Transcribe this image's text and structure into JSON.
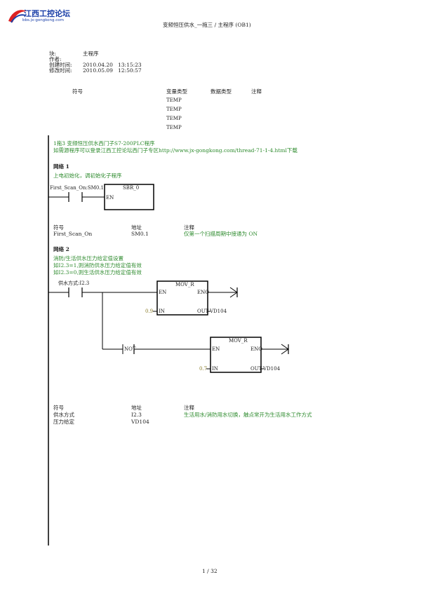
{
  "logo": {
    "name": "江西工控论坛",
    "url": "bbs.jx-gongkong.com"
  },
  "header": {
    "title": "变频恒压供水_一拖三  /  主程序 (OB1)"
  },
  "block_info": {
    "block_label": "块:",
    "block_value": "主程序",
    "author_label": "作者:",
    "created_label": "创建时间:",
    "created_date": "2010.04.20",
    "created_time": "13:15:23",
    "modified_label": "修改时间:",
    "modified_date": "2010.05.09",
    "modified_time": "12:50:57"
  },
  "var_table": {
    "headers": [
      "符号",
      "变量类型",
      "数据类型",
      "注释"
    ],
    "rows": [
      "TEMP",
      "TEMP",
      "TEMP",
      "TEMP"
    ]
  },
  "program_comment": [
    "1拖3 变频恒压供水西门子S7-200PLC程序",
    "如需源程序可以登录江西工控论坛西门子专区http://www.jx-gongkong.com/thread-71-1-4.html下载"
  ],
  "network1": {
    "title": "网络 1",
    "comment": "上电初始化，调初始化子程序",
    "contact": "First_Scan_On:SM0.1",
    "box_name": "SBR_0",
    "box_en": "EN",
    "table_headers": [
      "符号",
      "地址",
      "注释"
    ],
    "rows": [
      {
        "symbol": "First_Scan_On",
        "address": "SM0.1",
        "comment": "仅第一个扫描周期中接通为 ON"
      }
    ]
  },
  "network2": {
    "title": "网络 2",
    "comments": [
      "消防/生活供水压力给定值设置",
      "如I2.3=1,则消防供水压力给定值有效",
      "如I2.3=0,则生活供水压力给定值有效"
    ],
    "contact": "供水方式:I2.3",
    "not_label": "NOT",
    "box1": {
      "name": "MOV_R",
      "en": "EN",
      "eno": "ENO",
      "in": "IN",
      "out": "OUT",
      "in_value": "0.9",
      "out_value": "VD104"
    },
    "box2": {
      "name": "MOV_R",
      "en": "EN",
      "eno": "ENO",
      "in": "IN",
      "out": "OUT",
      "in_value": "0.7",
      "out_value": "VD104"
    },
    "table_headers": [
      "符号",
      "地址",
      "注释"
    ],
    "rows": [
      {
        "symbol": "供水方式",
        "address": "I2.3",
        "comment": "生活用水/消防用水切换，触点常开为生活用水工作方式"
      },
      {
        "symbol": "压力给定",
        "address": "VD104",
        "comment": ""
      }
    ]
  },
  "footer": {
    "page": "1 / 32"
  }
}
